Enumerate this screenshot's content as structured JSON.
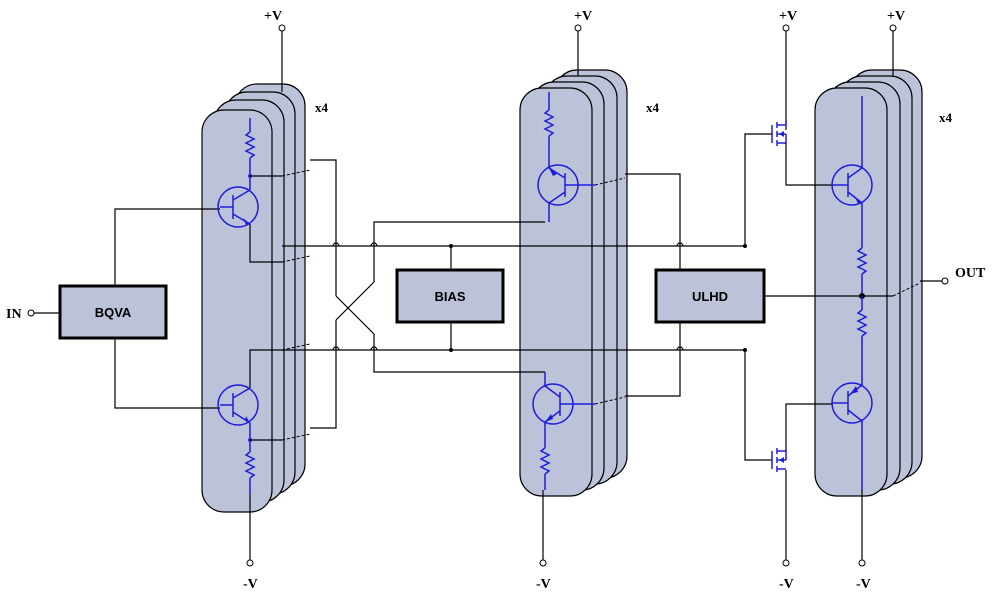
{
  "labels": {
    "plus_v": "+V",
    "minus_v": "-V",
    "input": "IN",
    "output": "OUT",
    "multiplier": "x4"
  },
  "blocks": {
    "bqva": "BQVA",
    "bias": "BIAS",
    "ulhd": "ULHD"
  }
}
